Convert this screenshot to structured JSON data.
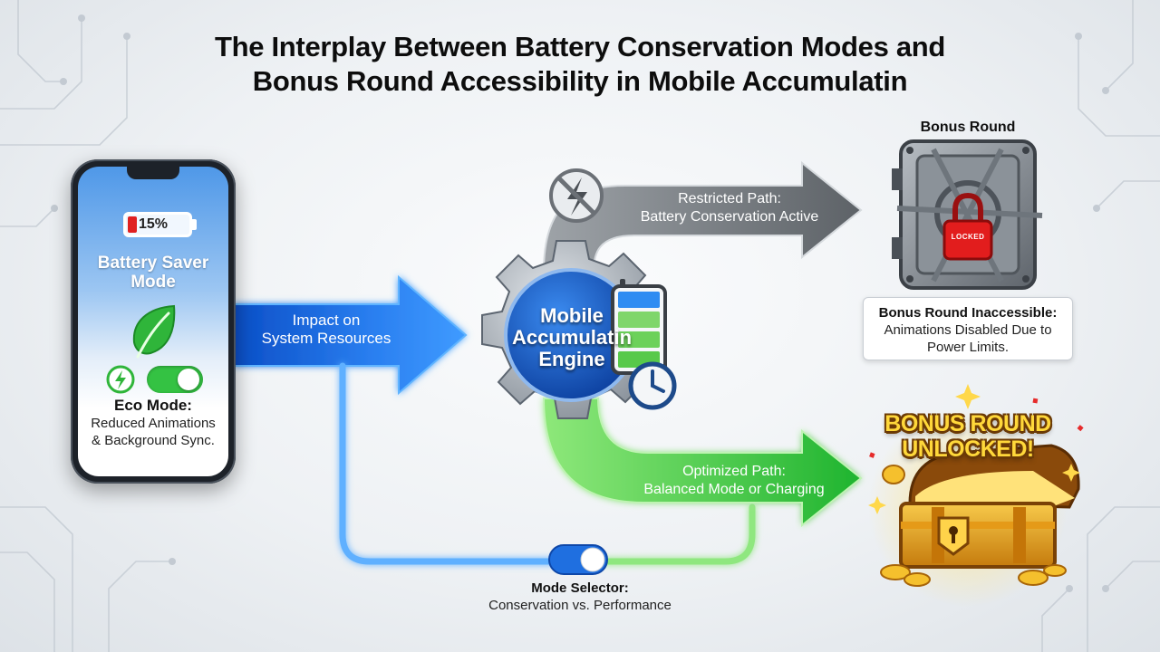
{
  "title": {
    "line1": "The Interplay Between Battery Conservation Modes and",
    "line2": "Bonus Round Accessibility in Mobile Accumulatin"
  },
  "phone": {
    "battery_percent": "15%",
    "battery_level_fraction": 0.15,
    "saver_title_line1": "Battery Saver",
    "saver_title_line2": "Mode",
    "leaf_icon": "leaf-icon",
    "bolt_icon": "lightning-bolt-icon",
    "eco_toggle_on": true,
    "eco_title": "Eco Mode:",
    "eco_desc_line1": "Reduced Animations",
    "eco_desc_line2": "& Background Sync."
  },
  "impact_arrow": {
    "line1": "Impact on",
    "line2": "System Resources"
  },
  "engine": {
    "line1": "Mobile",
    "line2": "Accumulatin",
    "line3": "Engine",
    "icons": [
      "gear-icon",
      "battery-icon",
      "clock-icon"
    ]
  },
  "restricted_path": {
    "line1": "Restricted Path:",
    "line2": "Battery Conservation Active",
    "icon": "no-power-icon"
  },
  "optimized_path": {
    "line1": "Optimized Path:",
    "line2": "Balanced Mode or Charging"
  },
  "bonus_locked": {
    "label": "Bonus Round",
    "padlock_text": "LOCKED",
    "info_title": "Bonus Round Inaccessible:",
    "info_line1": "Animations Disabled Due to",
    "info_line2": "Power Limits."
  },
  "bonus_unlocked": {
    "line1": "BONUS ROUND",
    "line2": "UNLOCKED!",
    "icon": "treasure-chest-icon"
  },
  "mode_selector": {
    "title": "Mode Selector:",
    "desc": "Conservation vs. Performance"
  },
  "colors": {
    "blue": "#1f6fe0",
    "green": "#2fc33a",
    "gray": "#6d7278",
    "red": "#e02020",
    "gold": "#f2b41b"
  }
}
